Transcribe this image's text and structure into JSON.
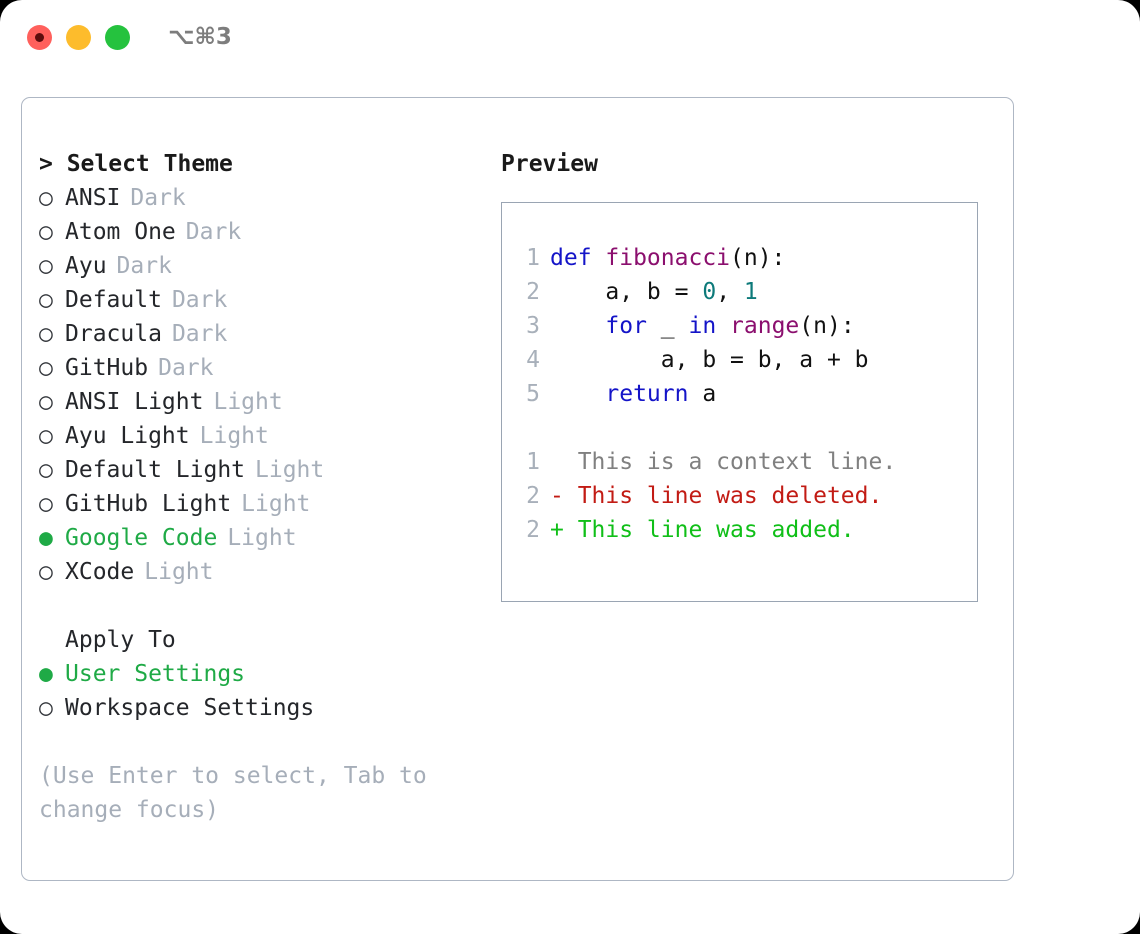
{
  "titlebar": {
    "shortcut": "⌥⌘3",
    "buttons": [
      "close",
      "minimize",
      "maximize"
    ],
    "colors": {
      "close": "#ff605c",
      "minimize": "#fdbc2c",
      "maximize": "#25c23e"
    }
  },
  "theme_picker": {
    "header": "> Select Theme",
    "marker_unselected": "○",
    "marker_selected": "●",
    "accent_color": "#1faa46",
    "items": [
      {
        "name": "ANSI",
        "variant": "Dark",
        "selected": false
      },
      {
        "name": "Atom One",
        "variant": "Dark",
        "selected": false
      },
      {
        "name": "Ayu",
        "variant": "Dark",
        "selected": false
      },
      {
        "name": "Default",
        "variant": "Dark",
        "selected": false
      },
      {
        "name": "Dracula",
        "variant": "Dark",
        "selected": false
      },
      {
        "name": "GitHub",
        "variant": "Dark",
        "selected": false
      },
      {
        "name": "ANSI Light",
        "variant": "Light",
        "selected": false
      },
      {
        "name": "Ayu Light",
        "variant": "Light",
        "selected": false
      },
      {
        "name": "Default Light",
        "variant": "Light",
        "selected": false
      },
      {
        "name": "GitHub Light",
        "variant": "Light",
        "selected": false
      },
      {
        "name": "Google Code",
        "variant": "Light",
        "selected": true
      },
      {
        "name": "XCode",
        "variant": "Light",
        "selected": false
      }
    ]
  },
  "apply_to": {
    "header": "Apply To",
    "items": [
      {
        "name": "User Settings",
        "selected": true
      },
      {
        "name": "Workspace Settings",
        "selected": false
      }
    ]
  },
  "hint": "(Use Enter to select, Tab to\nchange focus)",
  "preview": {
    "title": "Preview",
    "code_lines": [
      {
        "no": "1",
        "tokens": [
          {
            "t": "def ",
            "c": "kw"
          },
          {
            "t": "fibonacci",
            "c": "fn"
          },
          {
            "t": "(n):",
            "c": "txt"
          }
        ]
      },
      {
        "no": "2",
        "tokens": [
          {
            "t": "    a, b = ",
            "c": "txt"
          },
          {
            "t": "0",
            "c": "num"
          },
          {
            "t": ", ",
            "c": "txt"
          },
          {
            "t": "1",
            "c": "num"
          }
        ]
      },
      {
        "no": "3",
        "tokens": [
          {
            "t": "    ",
            "c": "txt"
          },
          {
            "t": "for",
            "c": "kw"
          },
          {
            "t": " _ ",
            "c": "txt"
          },
          {
            "t": "in",
            "c": "kw"
          },
          {
            "t": " ",
            "c": "txt"
          },
          {
            "t": "range",
            "c": "fn"
          },
          {
            "t": "(n):",
            "c": "txt"
          }
        ]
      },
      {
        "no": "4",
        "tokens": [
          {
            "t": "        a, b = b, a + b",
            "c": "txt"
          }
        ]
      },
      {
        "no": "5",
        "tokens": [
          {
            "t": "    ",
            "c": "txt"
          },
          {
            "t": "return",
            "c": "kw"
          },
          {
            "t": " a",
            "c": "txt"
          }
        ]
      }
    ],
    "diff_lines": [
      {
        "no": "1",
        "prefix": "  ",
        "text": "This is a context line.",
        "kind": "ctx"
      },
      {
        "no": "2",
        "prefix": "- ",
        "text": "This line was deleted.",
        "kind": "del"
      },
      {
        "no": "2",
        "prefix": "+ ",
        "text": "This line was added.",
        "kind": "add"
      }
    ],
    "syntax_colors": {
      "keyword": "#1414c8",
      "function": "#8b0f6e",
      "number": "#0d7a7a",
      "text": "#111111",
      "lineno": "#a8b0ba",
      "context": "#808080",
      "deleted": "#c21b14",
      "added": "#10bf18"
    }
  }
}
